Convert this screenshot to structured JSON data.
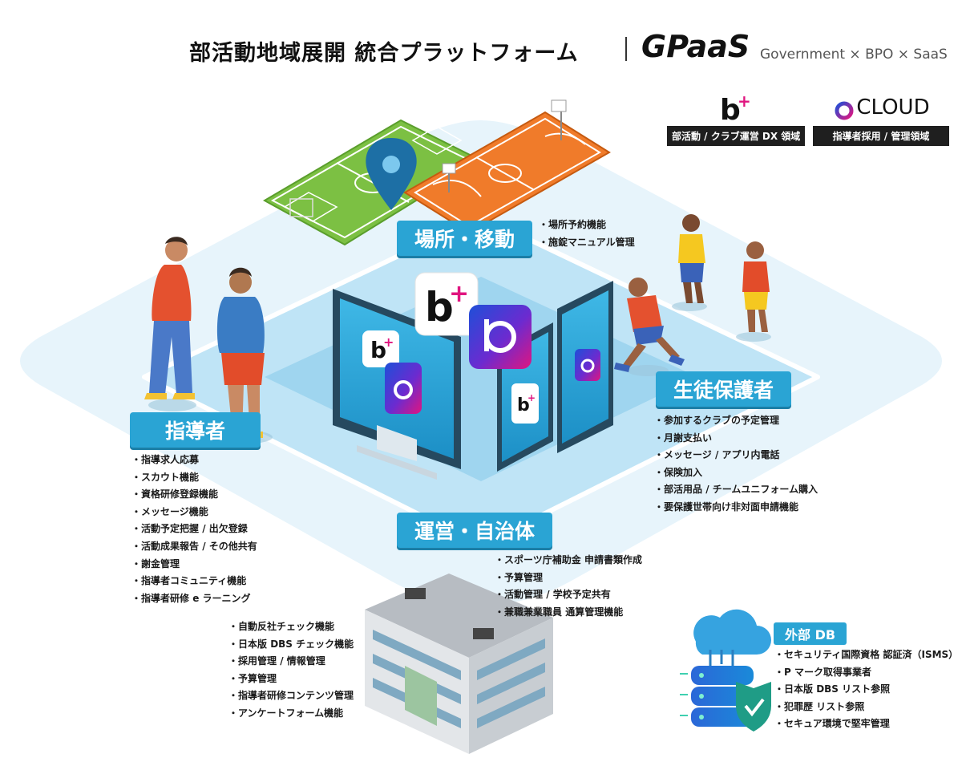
{
  "header": {
    "title": "部活動地域展開 統合プラットフォーム",
    "brand": "GPaaS",
    "subtitle": "Government × BPO × SaaS"
  },
  "logos": {
    "bplus": {
      "label": "部活動 / クラブ運営 DX 領域"
    },
    "bcloud": {
      "wordmark": "CLOUD",
      "label": "指導者採用 / 管理領域"
    }
  },
  "sections": {
    "place": {
      "title": "場所・移動",
      "items": [
        "場所予約機能",
        "施錠マニュアル管理"
      ]
    },
    "coach": {
      "title": "指導者",
      "items": [
        "指導求人応募",
        "スカウト機能",
        "資格研修登録機能",
        "メッセージ機能",
        "活動予定把握 / 出欠登録",
        "活動成果報告 / その他共有",
        "謝金管理",
        "指導者コミュニティ機能",
        "指導者研修 e ラーニング"
      ]
    },
    "guardian": {
      "title": "生徒保護者",
      "items": [
        "参加するクラブの予定管理",
        "月謝支払い",
        "メッセージ / アプリ内電話",
        "保険加入",
        "部活用品 / チームユニフォーム購入",
        "要保護世帯向け非対面申請機能"
      ]
    },
    "admin": {
      "title": "運営・自治体",
      "items": [
        "スポーツ庁補助金 申請書類作成",
        "予算管理",
        "活動管理 / 学校予定共有",
        "兼職兼業職員 通算管理機能"
      ]
    },
    "admin_extra": {
      "items": [
        "自動反社チェック機能",
        "日本版 DBS チェック機能",
        "採用管理 / 情報管理",
        "予算管理",
        "指導者研修コンテンツ管理",
        "アンケートフォーム機能"
      ]
    },
    "externaldb": {
      "title": "外部 DB",
      "items": [
        "セキュリティ国際資格 認証済（ISMS）",
        "P マーク取得事業者",
        "日本版 DBS リスト参照",
        "犯罪歴 リスト参照",
        "セキュア環境で堅牢管理"
      ]
    }
  },
  "colors": {
    "accent": "#2aa4d4",
    "platform": "#bfe4f6",
    "field_green": "#7cc043",
    "court_orange": "#f07b2a",
    "brand_gradient_start": "#1e4fd8",
    "brand_gradient_end": "#e0157f"
  }
}
